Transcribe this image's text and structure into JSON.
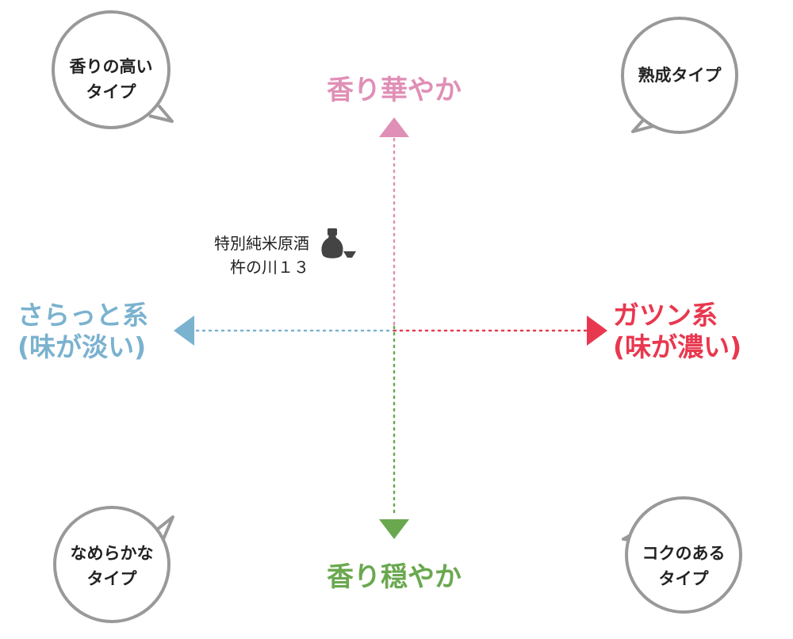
{
  "colors": {
    "top": "#e08fb6",
    "bottom": "#6aa84f",
    "left": "#7ab2cf",
    "right": "#e8384f",
    "bubble_outline": "#999999",
    "icon": "#444444",
    "text": "#222222"
  },
  "axes": {
    "top": "香り華やか",
    "bottom": "香り穏やか",
    "left": {
      "line1": "さらっと系",
      "line2": "(味が淡い)"
    },
    "right": {
      "line1": "ガツン系",
      "line2": "(味が濃い)"
    }
  },
  "quadrants": {
    "top_left": {
      "line1": "香りの高い",
      "line2": "タイプ"
    },
    "top_right": {
      "line1": "熟成タイプ"
    },
    "bottom_left": {
      "line1": "なめらかな",
      "line2": "タイプ"
    },
    "bottom_right": {
      "line1": "コクのある",
      "line2": "タイプ"
    }
  },
  "item": {
    "line1": "特別純米原酒",
    "line2": "杵の川１３",
    "icon": "sake-bottle-icon"
  }
}
